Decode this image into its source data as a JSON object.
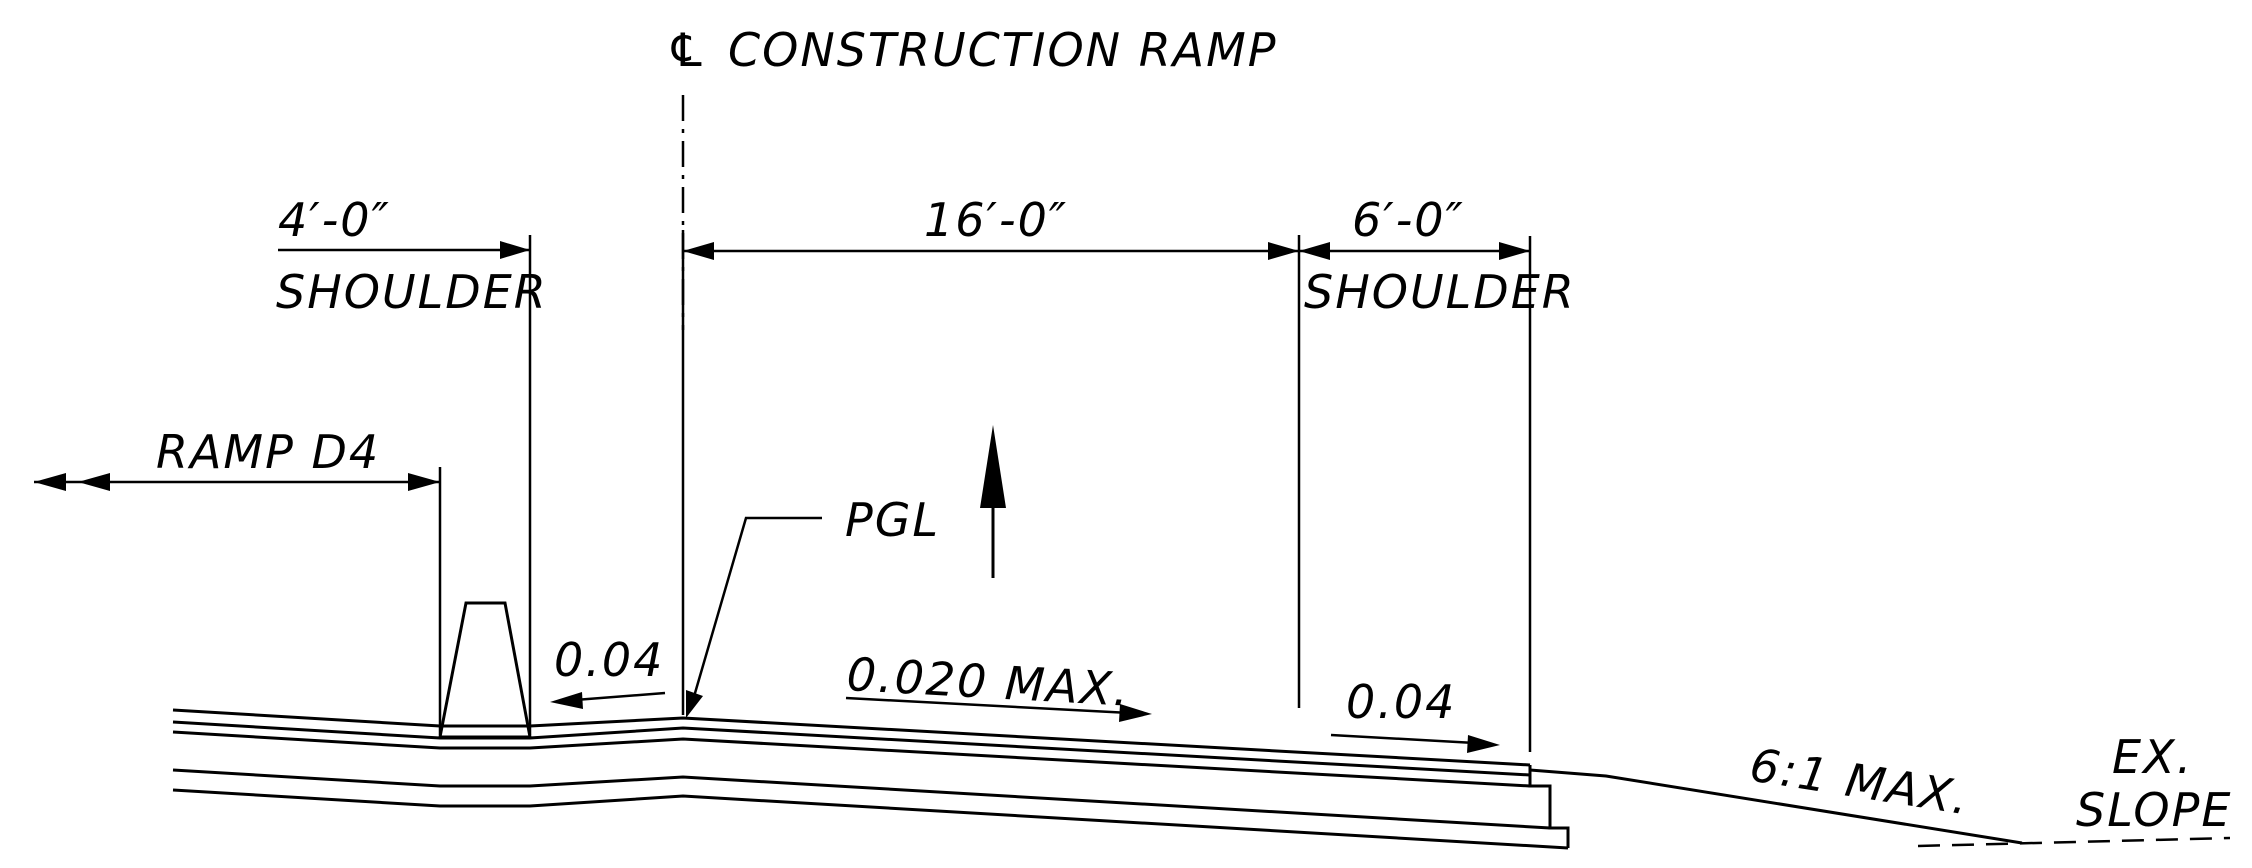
{
  "labels": {
    "centerline_symbol": "℄",
    "centerline_title": "CONSTRUCTION RAMP",
    "left_shoulder_width": "4′-0″",
    "left_shoulder_label": "SHOULDER",
    "lane_width": "16′-0″",
    "right_shoulder_width": "6′-0″",
    "right_shoulder_label": "SHOULDER",
    "ramp_label": "RAMP D4",
    "pgl_label": "PGL",
    "left_slope": "0.04",
    "lane_slope": "0.020 MAX.",
    "right_slope": "0.04",
    "side_slope": "6:1 MAX.",
    "existing_slope_line1": "EX.",
    "existing_slope_line2": "SLOPE"
  },
  "colors": {
    "line": "#000000",
    "background": "#ffffff"
  }
}
